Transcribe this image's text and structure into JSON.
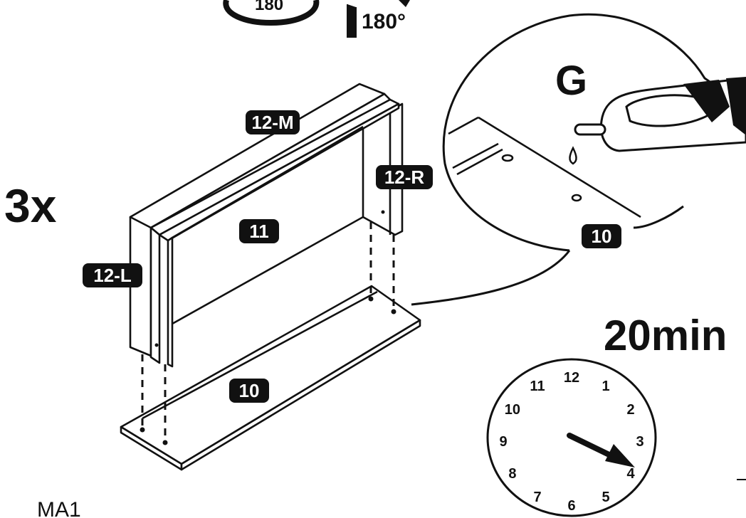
{
  "header": {
    "rotation_badge": "180",
    "rotation_label": "180°"
  },
  "quantity": "3x",
  "parts": {
    "top_rail": "12-M",
    "right_post": "12-R",
    "left_post": "12-L",
    "panel": "11",
    "base": "10",
    "detail_base": "10"
  },
  "detail": {
    "glue_label": "G"
  },
  "timer": {
    "duration": "20min",
    "clock_numbers": [
      "12",
      "1",
      "2",
      "3",
      "4",
      "5",
      "6",
      "7",
      "8",
      "9",
      "10",
      "11"
    ]
  },
  "footer": {
    "step_code": "MA1"
  },
  "colors": {
    "ink": "#111111",
    "label_fill": "#111111",
    "label_text": "#ffffff",
    "background": "#ffffff"
  },
  "icons": [
    "rotate-icon",
    "glue-bottle-icon",
    "glue-drop-icon",
    "clock-icon",
    "clock-hand-icon"
  ]
}
